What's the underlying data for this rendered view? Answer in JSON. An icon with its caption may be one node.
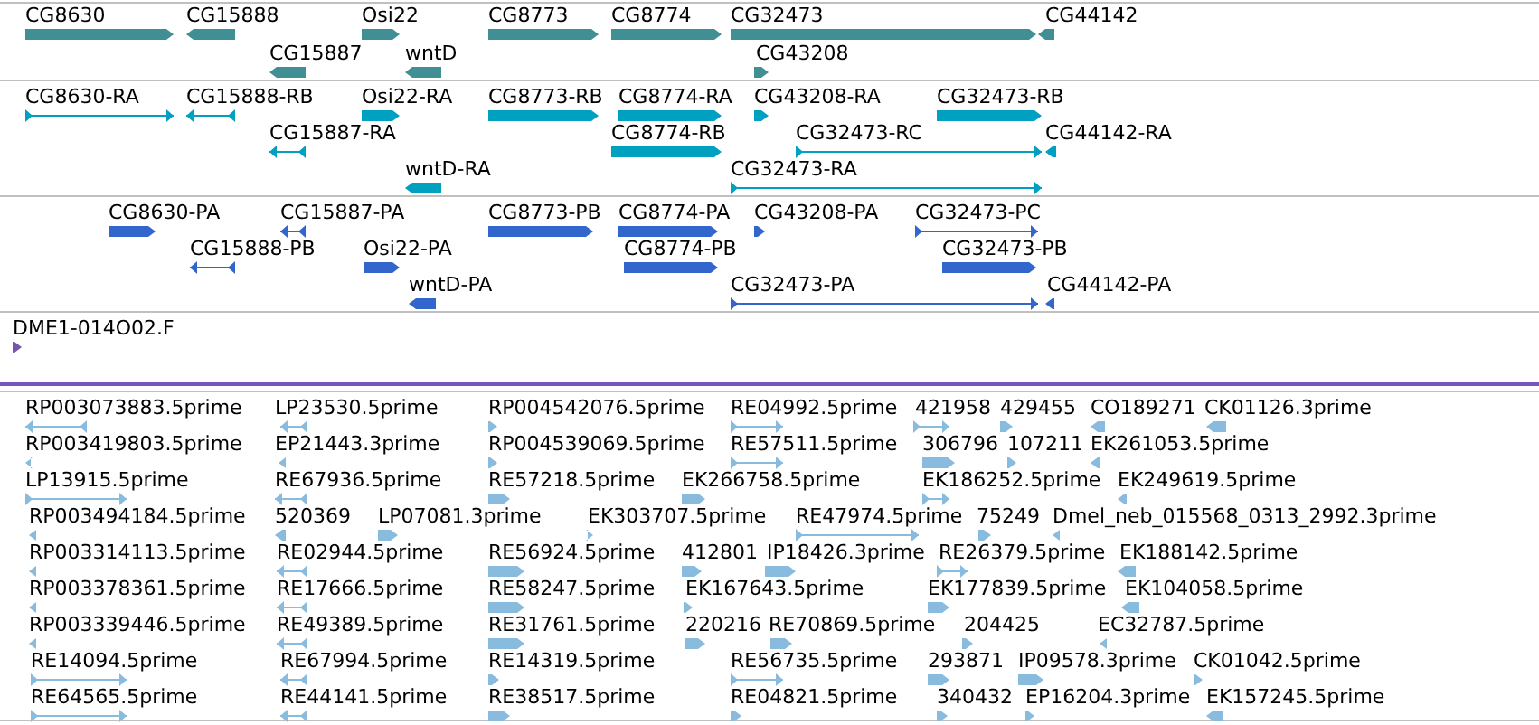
{
  "diagram": {
    "labels": [
      "CG8630",
      "CG15888",
      "Osi22",
      "CG8773",
      "CG8774",
      "CG32473",
      "CG44142",
      "CG15887",
      "wntD",
      "CG43208",
      "CG8630-RA",
      "CG15888-RB",
      "Osi22-RA",
      "CG8773-RB",
      "CG8774-RA",
      "CG43208-RA",
      "CG32473-RB",
      "CG15887-RA",
      "CG8774-RB",
      "CG32473-RC",
      "CG44142-RA",
      "wntD-RA",
      "CG32473-RA",
      "CG8630-PA",
      "CG15887-PA",
      "CG8773-PB",
      "CG8774-PA",
      "CG43208-PA",
      "CG32473-PC",
      "CG15888-PB",
      "Osi22-PA",
      "CG8774-PB",
      "CG32473-PB",
      "wntD-PA",
      "CG32473-PA",
      "CG44142-PA",
      "DME1-014O02.F",
      "RP003073883.5prime",
      "LP23530.5prime",
      "RP004542076.5prime",
      "RE04992.5prime",
      "421958",
      "429455",
      "CO189271",
      "CK01126.3prime",
      "RP003419803.5prime",
      "EP21443.3prime",
      "RP004539069.5prime",
      "RE57511.5prime",
      "306796",
      "107211",
      "EK261053.5prime",
      "LP13915.5prime",
      "RE67936.5prime",
      "RE57218.5prime",
      "EK266758.5prime",
      "EK186252.5prime",
      "EK249619.5prime",
      "RP003494184.5prime",
      "520369",
      "LP07081.3prime",
      "EK303707.5prime",
      "RE47974.5prime",
      "75249",
      "Dmel_neb_015568_0313_2992.3prime",
      "RP003314113.5prime",
      "RE02944.5prime",
      "RE56924.5prime",
      "412801",
      "IP18426.3prime",
      "RE26379.5prime",
      "EK188142.5prime",
      "RP003378361.5prime",
      "RE17666.5prime",
      "RE58247.5prime",
      "EK167643.5prime",
      "EK177839.5prime",
      "EK104058.5prime",
      "RP003339446.5prime",
      "RE49389.5prime",
      "RE31761.5prime",
      "220216",
      "RE70869.5prime",
      "204425",
      "EC32787.5prime",
      "RE14094.5prime",
      "RE67994.5prime",
      "RE14319.5prime",
      "RE56735.5prime",
      "293871",
      "IP09578.3prime",
      "CK01042.5prime",
      "RE64565.5prime",
      "RE44141.5prime",
      "RE38517.5prime",
      "RE04821.5prime",
      "340432",
      "EP16204.3prime",
      "EK157245.5prime"
    ]
  }
}
